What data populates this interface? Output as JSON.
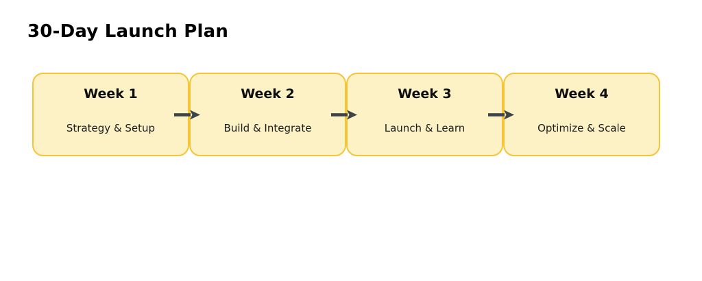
{
  "title": "30-Day Launch Plan",
  "colors": {
    "box_fill": "#fcf2c6",
    "box_border": "#f5c537",
    "arrow": "#3e4347",
    "title_text": "#000000",
    "body_text": "#1c1c1c"
  },
  "steps": [
    {
      "week": "Week 1",
      "label": "Strategy & Setup"
    },
    {
      "week": "Week 2",
      "label": "Build & Integrate"
    },
    {
      "week": "Week 3",
      "label": "Launch & Learn"
    },
    {
      "week": "Week 4",
      "label": "Optimize & Scale"
    }
  ],
  "connectors": [
    {
      "from": "Week 1",
      "to": "Week 2"
    },
    {
      "from": "Week 2",
      "to": "Week 3"
    },
    {
      "from": "Week 3",
      "to": "Week 4"
    }
  ]
}
